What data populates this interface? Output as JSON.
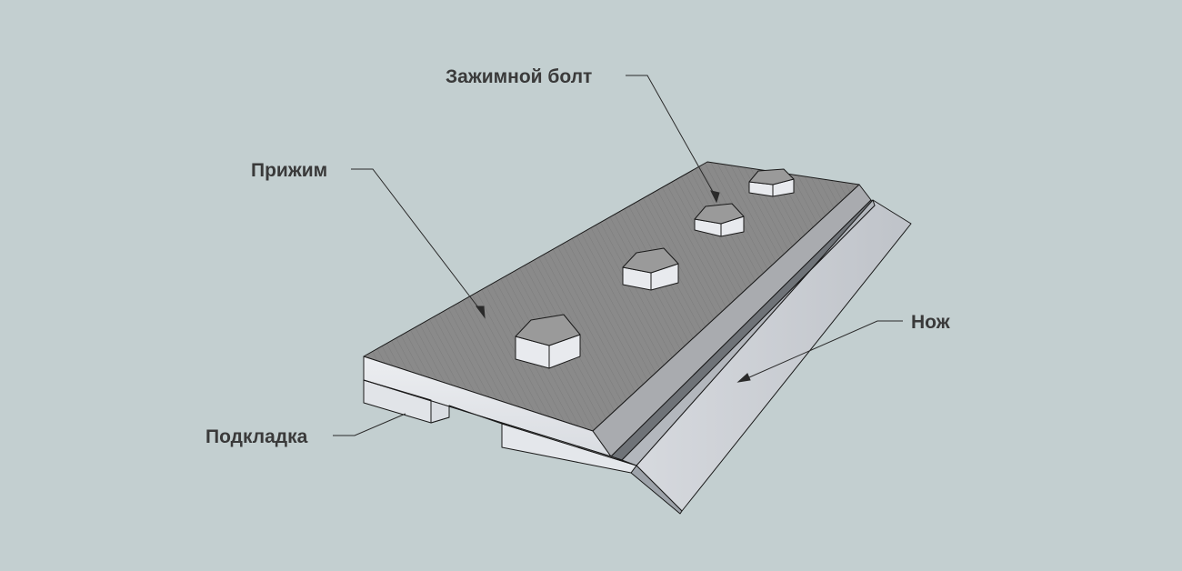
{
  "labels": {
    "bolt": "Зажимной болт",
    "clamp": "Прижим",
    "knife": "Нож",
    "pad": "Подкладка"
  },
  "colors": {
    "background": "#c3cfd0",
    "clamp_top": "#8b8b8b",
    "side_light": "#e6e8ec",
    "side_shadow": "#cfd3da",
    "blade": "#c8ccd2",
    "edge": "#1a1a1a",
    "text": "#3a3a3a"
  }
}
